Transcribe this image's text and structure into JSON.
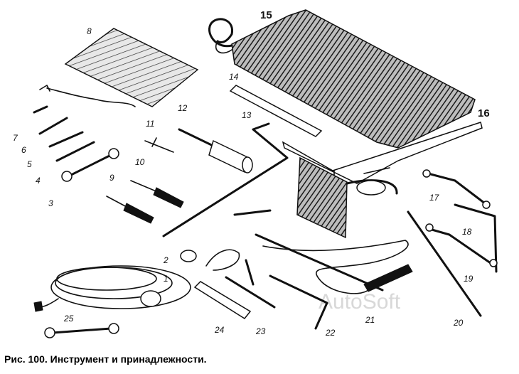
{
  "caption": "Рис. 100. Инструмент и принадлежности.",
  "watermark": "AutoSoft",
  "labels": {
    "n1": "1",
    "n2": "2",
    "n3": "3",
    "n4": "4",
    "n5": "5",
    "n6": "6",
    "n7": "7",
    "n8": "8",
    "n9": "9",
    "n10": "10",
    "n11": "11",
    "n12": "12",
    "n13": "13",
    "n14": "14",
    "n15": "15",
    "n16": "16",
    "n17": "17",
    "n18": "18",
    "n19": "19",
    "n20": "20",
    "n21": "21",
    "n22": "22",
    "n23": "23",
    "n24": "24",
    "n25": "25"
  }
}
